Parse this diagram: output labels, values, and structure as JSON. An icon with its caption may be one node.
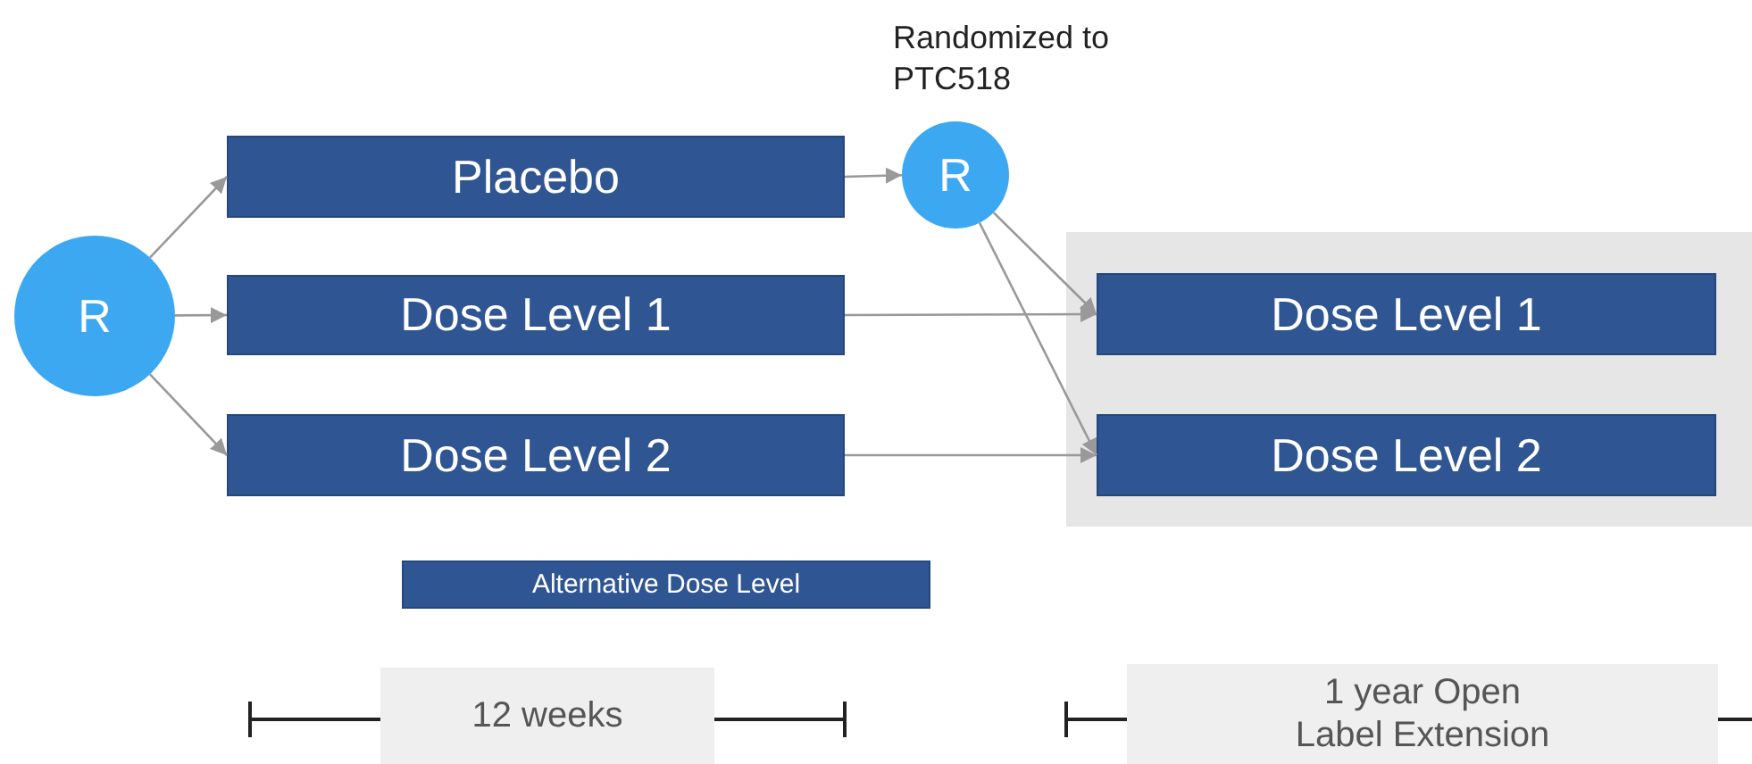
{
  "diagram": {
    "nodes": [
      {
        "text": [
          "R"
        ]
      },
      {
        "text": [
          "Placebo"
        ]
      },
      {
        "text": [
          "Dose Level 1"
        ]
      },
      {
        "text": [
          "Dose Level 2"
        ]
      },
      {
        "text": [
          "R"
        ],
        "beside": [
          "Randomized to PTC518"
        ]
      },
      {
        "text": [],
        "shape": "box"
      },
      {
        "text": [
          "Dose Level 1"
        ],
        "in": 5
      },
      {
        "text": [
          "Dose Level 2"
        ],
        "in": 5
      },
      {
        "text": [
          "Alternative Dose Level"
        ]
      },
      {
        "text": [
          "12 weeks"
        ]
      },
      {
        "text": [
          "1 year Open Label Extension"
        ]
      }
    ],
    "edges": [
      {
        "from": 0,
        "to": 1,
        "arrow": "to"
      },
      {
        "from": 0,
        "to": 2,
        "arrow": "to"
      },
      {
        "from": 0,
        "to": 3,
        "arrow": "to"
      },
      {
        "from": 1,
        "to": 4,
        "arrow": "to"
      },
      {
        "from": 2,
        "to": 6,
        "arrow": "to"
      },
      {
        "from": 3,
        "to": 7,
        "arrow": "to"
      },
      {
        "from": 4,
        "to": 6,
        "arrow": "to"
      },
      {
        "from": 4,
        "to": 7,
        "arrow": "to"
      }
    ]
  }
}
